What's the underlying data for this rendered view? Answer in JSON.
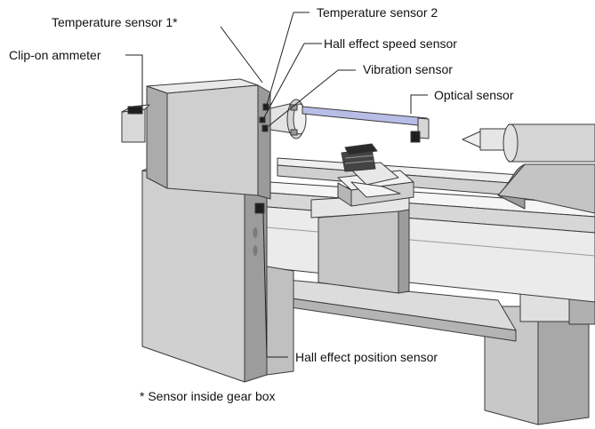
{
  "labels": {
    "temperature_sensor_1": "Temperature sensor 1*",
    "temperature_sensor_2": "Temperature sensor 2",
    "hall_effect_speed_sensor": "Hall effect speed sensor",
    "clip_on_ammeter": "Clip-on ammeter",
    "vibration_sensor": "Vibration sensor",
    "optical_sensor": "Optical sensor",
    "hall_effect_position_sensor": "Hall effect position sensor",
    "footnote": "* Sensor inside gear box"
  },
  "colors": {
    "body": "#c8c8c8",
    "body_light": "#e2e2e2",
    "body_dark": "#8e8e8e",
    "bed_top": "#f2f2f2",
    "sensor": "#1e1e1e",
    "optical_bar": "#b8bde6",
    "outline": "#3a3a3a"
  }
}
